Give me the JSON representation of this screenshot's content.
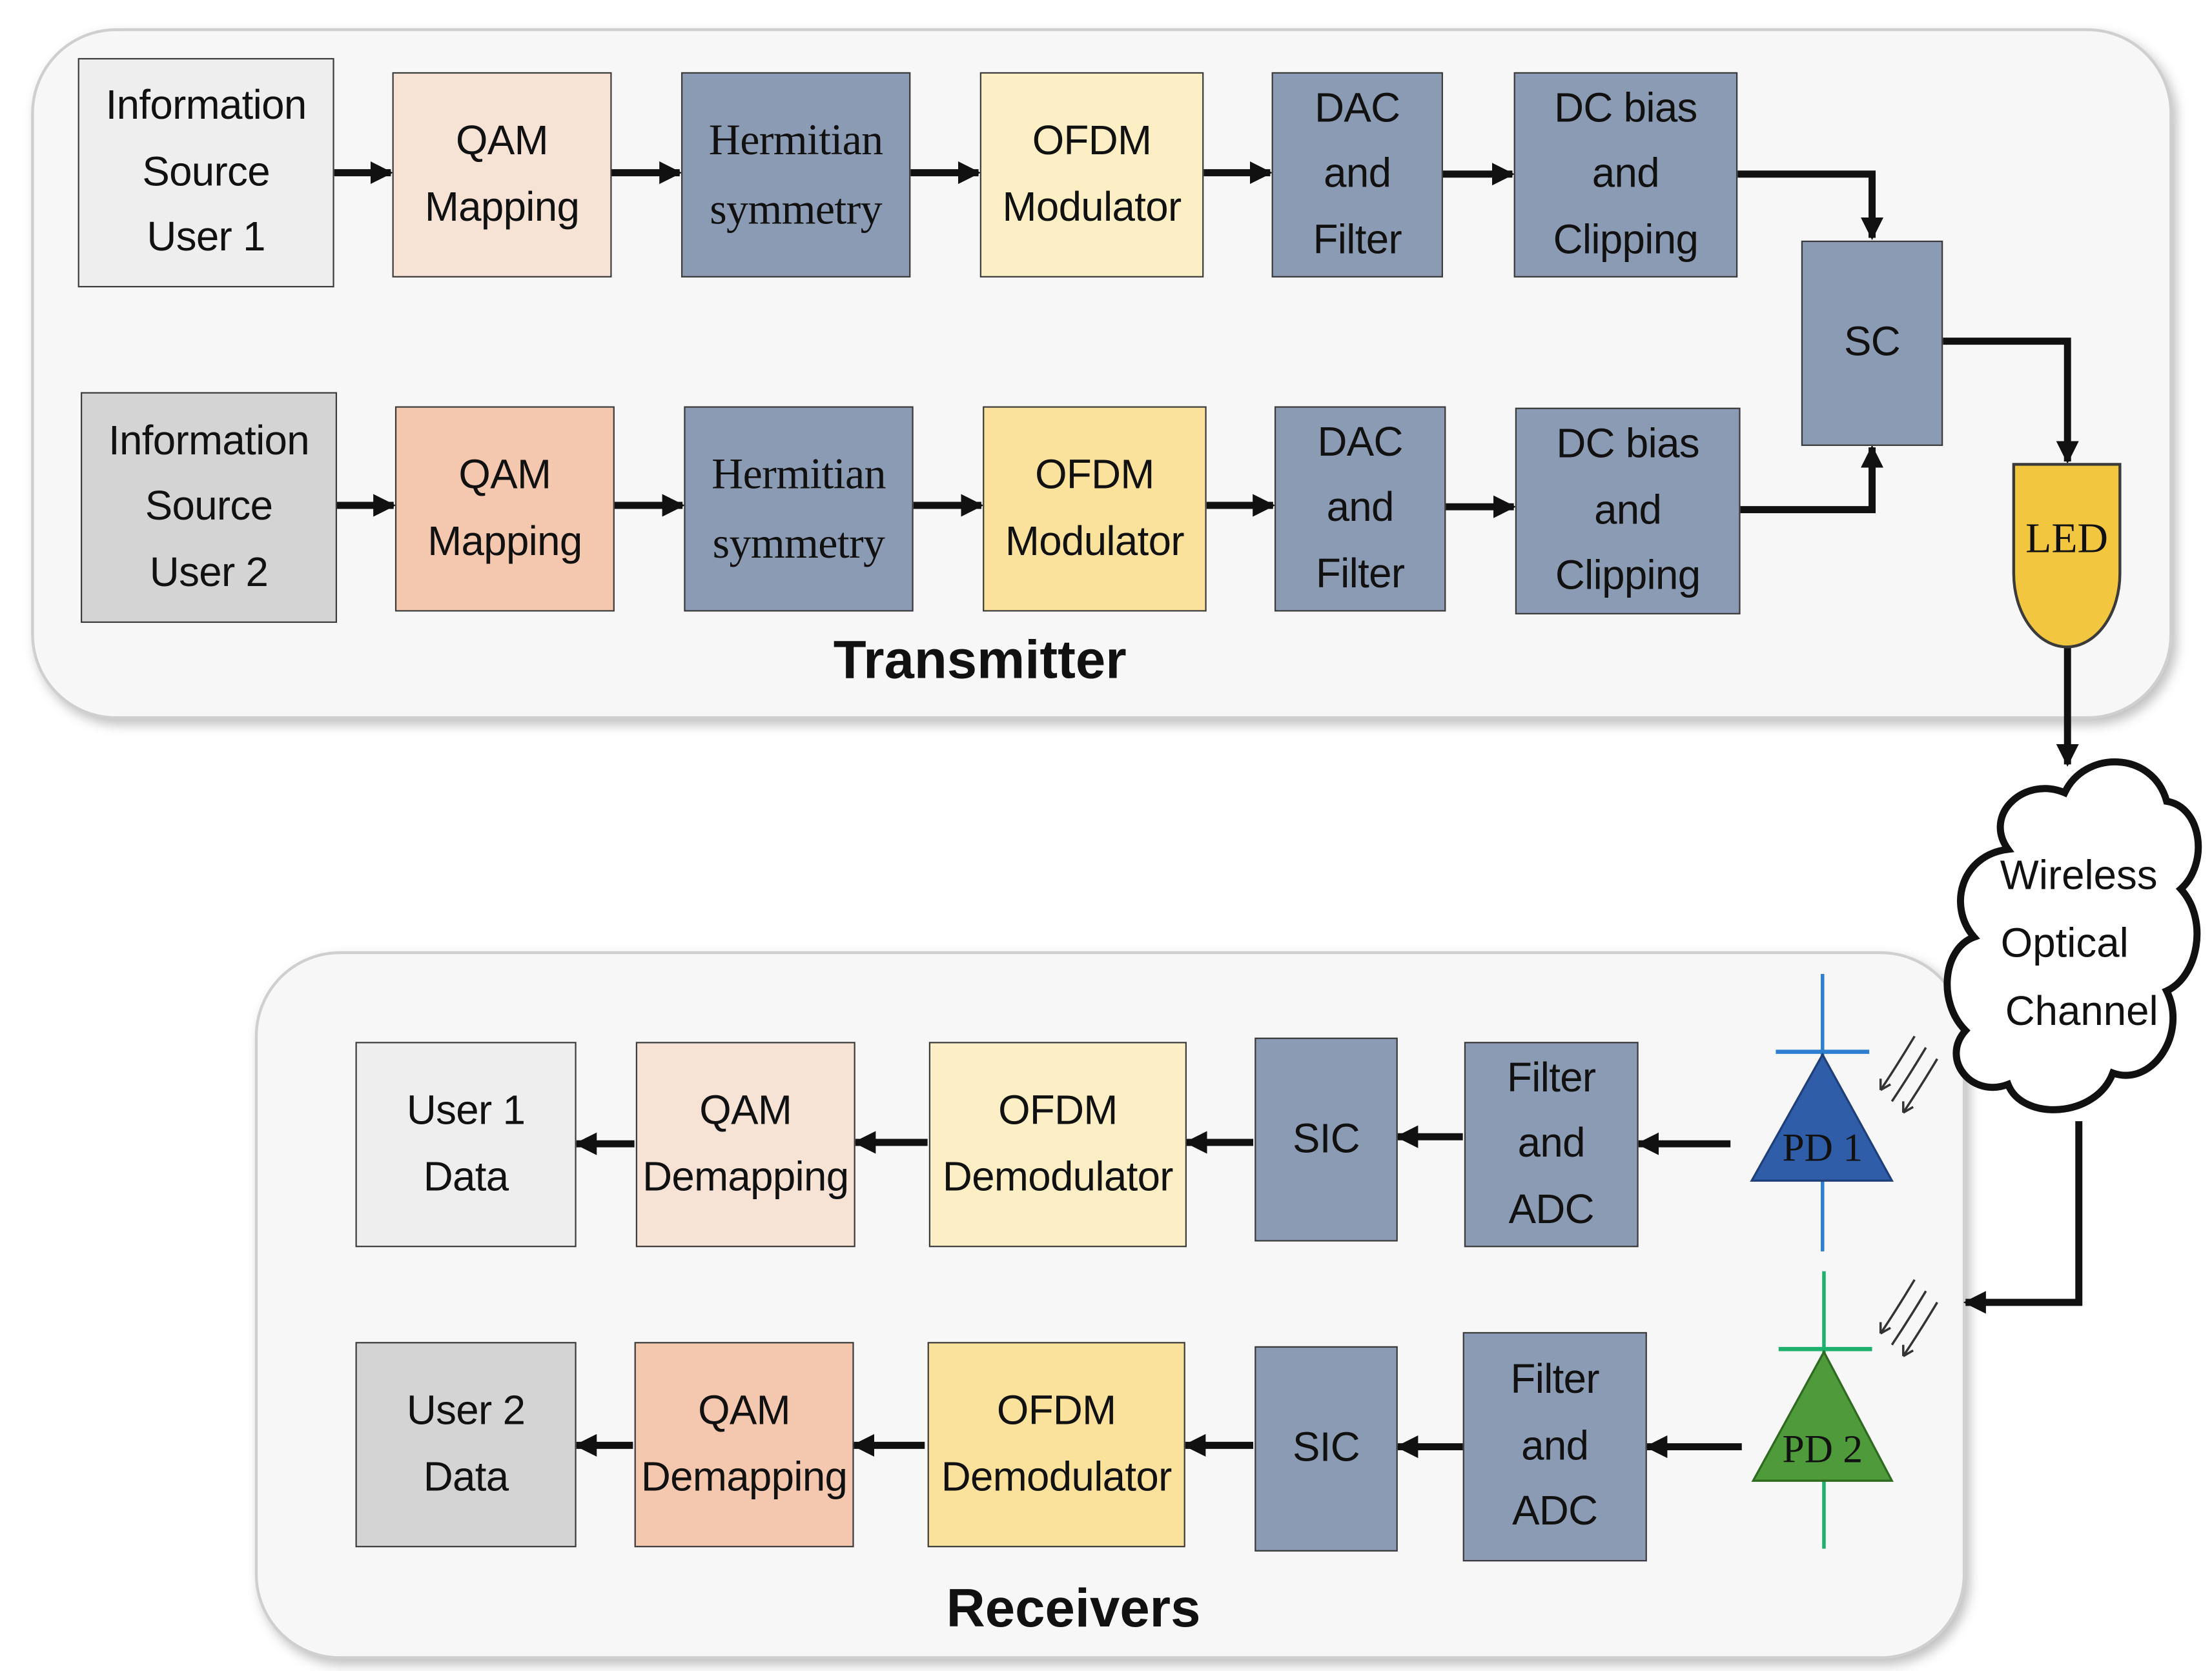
{
  "transmitter": {
    "title": "Transmitter",
    "user1": {
      "source": "Information\nSource\nUser 1",
      "qam": "QAM\nMapping",
      "hermitian": "Hermitian\nsymmetry",
      "ofdm": "OFDM\nModulator",
      "dac": "DAC\nand\nFilter",
      "dc": "DC bias\nand\nClipping"
    },
    "user2": {
      "source": "Information\nSource\nUser 2",
      "qam": "QAM\nMapping",
      "hermitian": "Hermitian\nsymmetry",
      "ofdm": "OFDM\nModulator",
      "dac": "DAC\nand\nFilter",
      "dc": "DC bias\nand\nClipping"
    },
    "sc": "SC",
    "led": "LED"
  },
  "channel": {
    "label": "Wireless\nOptical\nChannel"
  },
  "receivers": {
    "title": "Receivers",
    "user1": {
      "data": "User 1\nData",
      "qam": "QAM\nDemapping",
      "ofdm": "OFDM\nDemodulator",
      "sic": "SIC",
      "filter": "Filter\nand\nADC",
      "pd": "PD 1"
    },
    "user2": {
      "data": "User 2\nData",
      "qam": "QAM\nDemapping",
      "ofdm": "OFDM\nDemodulator",
      "sic": "SIC",
      "filter": "Filter\nand\nADC",
      "pd": "PD 2"
    }
  },
  "colors": {
    "pd1": "#2f5da8",
    "pd2": "#4f9a3a",
    "led": "#f3c63f",
    "slate": "#8b9bb3"
  }
}
